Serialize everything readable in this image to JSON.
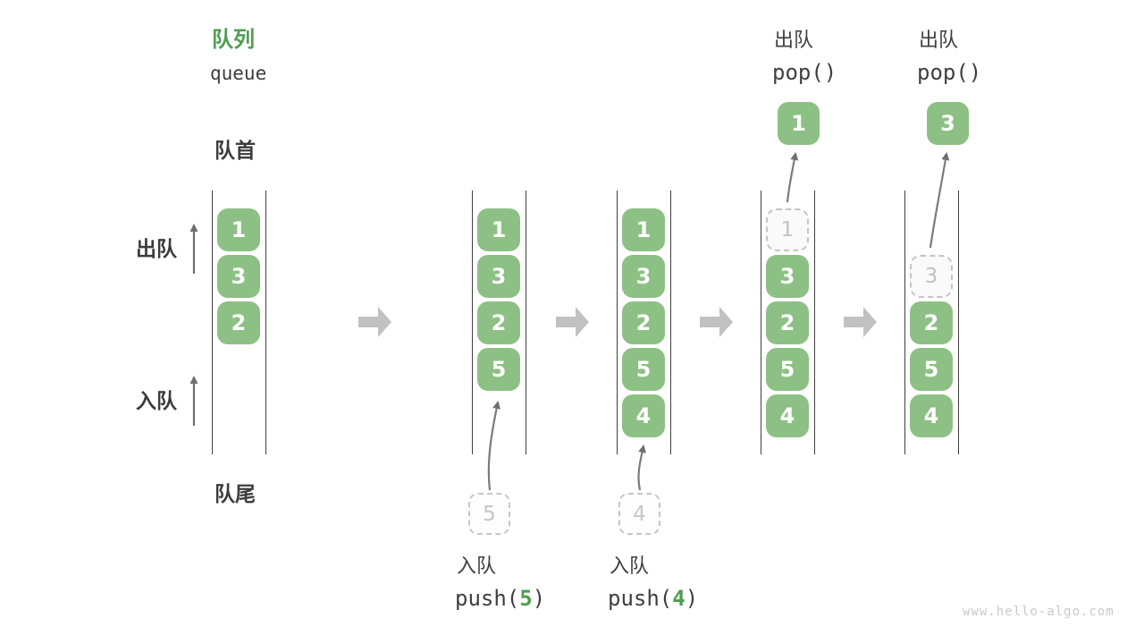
{
  "title": {
    "zh": "队列",
    "en": "queue"
  },
  "labels": {
    "queue_front": "队首",
    "queue_rear": "队尾",
    "dequeue": "出队",
    "enqueue": "入队"
  },
  "ops": {
    "pop_zh": "出队",
    "pop_call": "pop()",
    "push_zh": "入队",
    "push_prefix": "push(",
    "push_suffix": ")",
    "push_args": [
      "5",
      "4"
    ]
  },
  "states": [
    {
      "items": [
        "1",
        "3",
        "2"
      ]
    },
    {
      "items": [
        "1",
        "3",
        "2",
        "5"
      ],
      "incoming": "5"
    },
    {
      "items": [
        "1",
        "3",
        "2",
        "5",
        "4"
      ],
      "incoming": "4"
    },
    {
      "items": [
        "3",
        "2",
        "5",
        "4"
      ],
      "ghost": "1",
      "outgoing": "1"
    },
    {
      "items": [
        "2",
        "5",
        "4"
      ],
      "ghost": "3",
      "outgoing": "3"
    }
  ],
  "watermark": "www.hello-algo.com",
  "colors": {
    "box_green": "#8DC084",
    "accent_green": "#4D9E50",
    "text_dark": "#3C3C3C",
    "stage_arrow_gray": "#C1C1C1",
    "thin_arrow_gray": "#6F6F6F",
    "ghost_gray": "#C2C2C2"
  }
}
